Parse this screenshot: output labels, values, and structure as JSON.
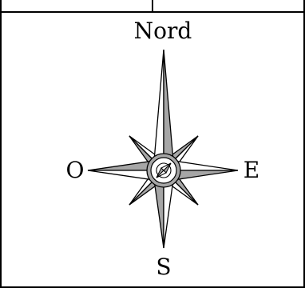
{
  "compass": {
    "north_label": "Nord",
    "south_label": "S",
    "east_label": "E",
    "west_label": "O"
  },
  "colors": {
    "line": "#000000",
    "shade": "#a6a6a6",
    "fill": "#ffffff"
  }
}
